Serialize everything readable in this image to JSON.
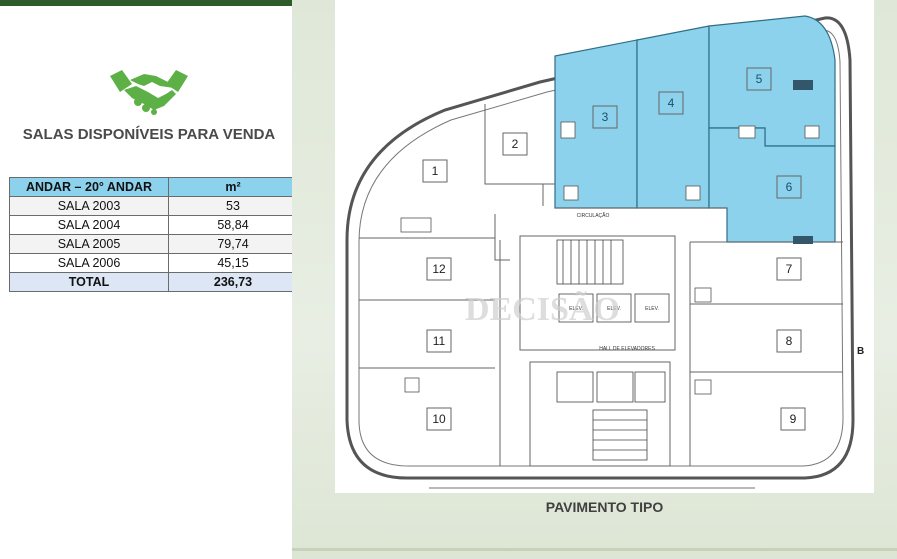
{
  "sidebar": {
    "title": "SALAS DISPONÍVEIS PARA VENDA",
    "icon": "handshake-icon",
    "accent_color": "#5cb046"
  },
  "table": {
    "headers": [
      "ANDAR – 20° ANDAR",
      "m²"
    ],
    "rows": [
      {
        "sala": "SALA 2003",
        "area": "53"
      },
      {
        "sala": "SALA 2004",
        "area": "58,84"
      },
      {
        "sala": "SALA 2005",
        "area": "79,74"
      },
      {
        "sala": "SALA 2006",
        "area": "45,15"
      }
    ],
    "total": {
      "label": "TOTAL",
      "value": "236,73"
    },
    "header_color": "#8dd2ec"
  },
  "floorplan": {
    "caption": "PAVIMENTO TIPO",
    "watermark": "DECISÃO",
    "highlight_color": "#8dd2ec",
    "available_rooms": [
      "3",
      "4",
      "5",
      "6"
    ],
    "labels": {
      "rooms": [
        "1",
        "2",
        "3",
        "4",
        "5",
        "6",
        "7",
        "8",
        "9",
        "10",
        "11",
        "12"
      ],
      "corridor": "CIRCULAÇÃO",
      "hall": "HALL DE ELEVADORES",
      "elevator": "ELEV.",
      "side_mark": "B"
    }
  }
}
